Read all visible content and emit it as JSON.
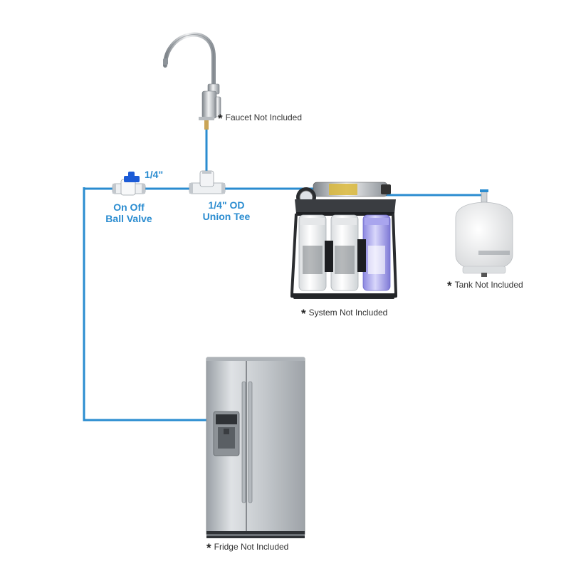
{
  "colors": {
    "pipe": "#2a8cd0",
    "label_blue": "#2a8cd0",
    "steel": "#c7cbcf",
    "dark_frame": "#333333",
    "filter_white": "#f2f3f4",
    "filter_purple": "#9b97e8"
  },
  "notes": {
    "faucet": "Faucet Not Included",
    "system": "System Not Included",
    "tank": "Tank Not Included",
    "fridge": "Fridge Not Included",
    "star": "*"
  },
  "parts": {
    "valve_size": "1/4\"",
    "valve_line1": "On Off",
    "valve_line2": "Ball Valve",
    "tee_line1": "1/4\" OD",
    "tee_line2": "Union Tee"
  },
  "icons": [
    "faucet-icon",
    "ball-valve-icon",
    "union-tee-icon",
    "ro-system-icon",
    "tank-icon",
    "fridge-icon"
  ]
}
